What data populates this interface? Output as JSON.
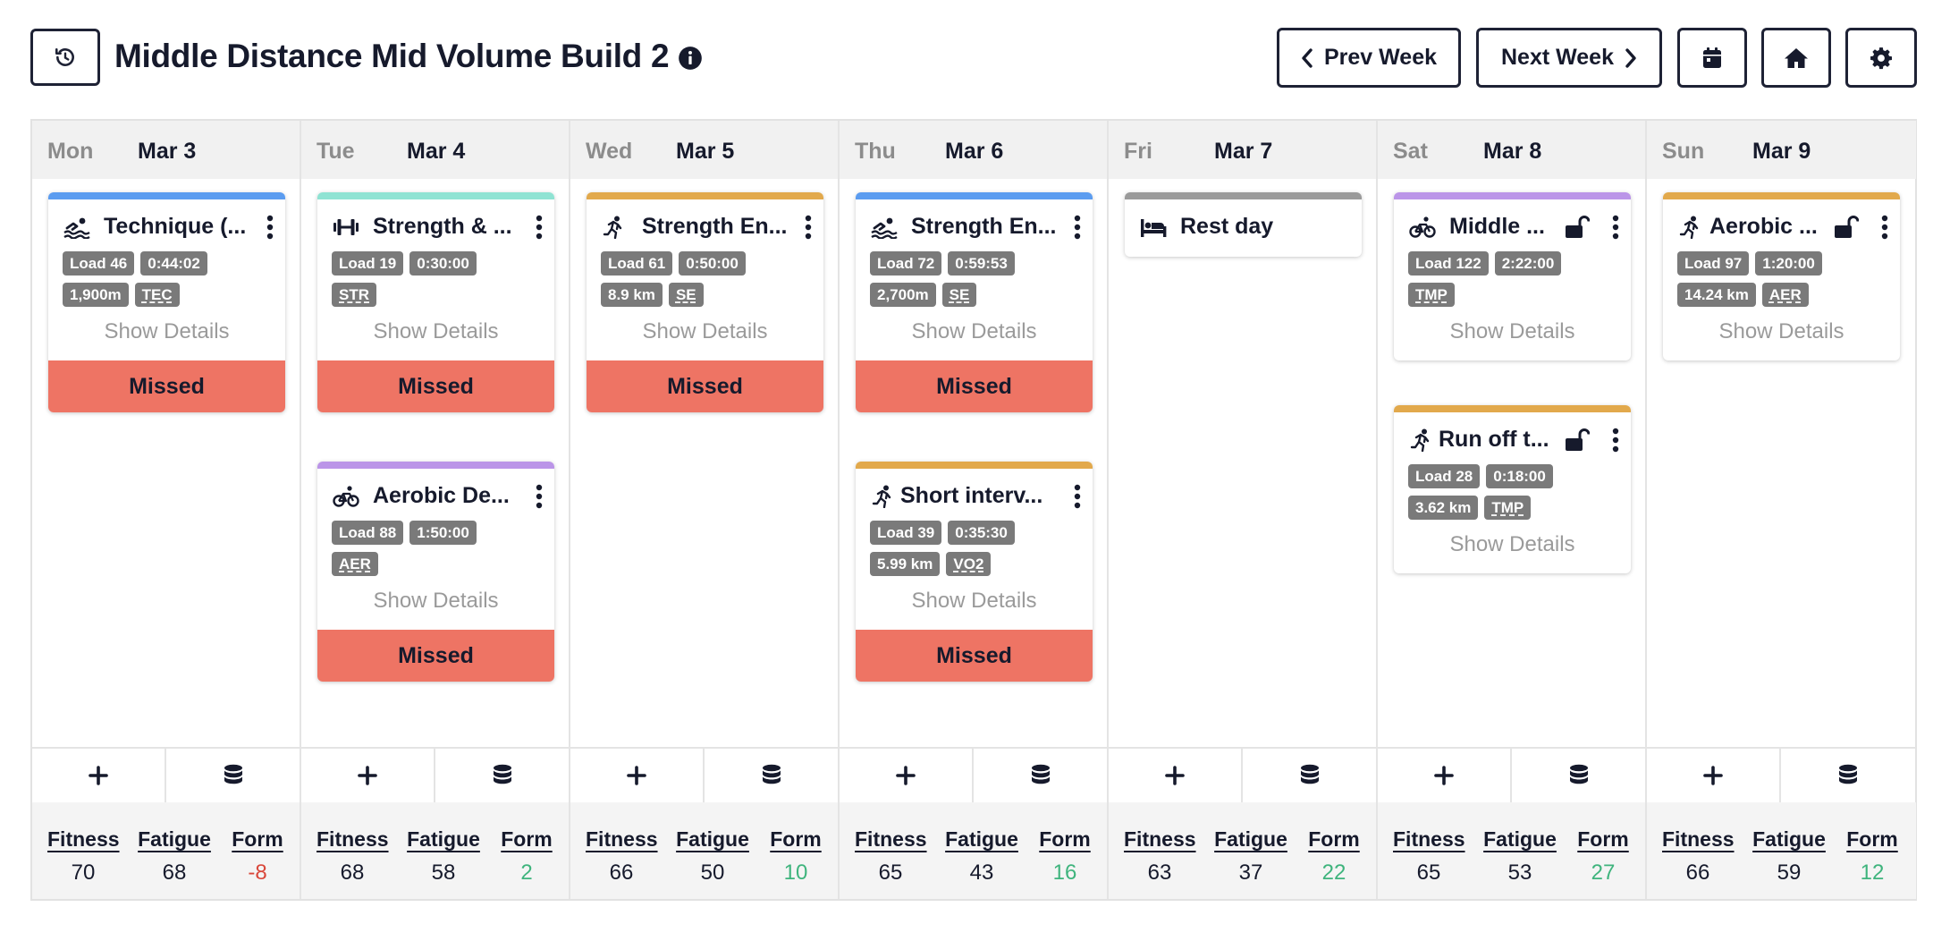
{
  "header": {
    "title": "Middle Distance Mid Volume Build 2",
    "prev_week": "Prev Week",
    "next_week": "Next Week"
  },
  "colors": {
    "swim": "#5b9cf0",
    "strength": "#8fe3d3",
    "run": "#e2a94c",
    "bike": "#bb95e8",
    "rest": "#9a9a9a",
    "missed": "#ee7464",
    "form_negative": "#d9473a",
    "form_positive": "#3fb47d"
  },
  "labels": {
    "show_details": "Show Details",
    "missed": "Missed",
    "fitness": "Fitness",
    "fatigue": "Fatigue",
    "form": "Form"
  },
  "days": [
    {
      "dow": "Mon",
      "date": "Mar 3",
      "workouts": [
        {
          "icon": "swim-icon",
          "title": "Technique (...",
          "load": "Load 46",
          "duration": "0:44:02",
          "distance": "1,900m",
          "zone": "TEC",
          "status": "Missed"
        }
      ],
      "fitness": "70",
      "fatigue": "68",
      "form": "-8"
    },
    {
      "dow": "Tue",
      "date": "Mar 4",
      "workouts": [
        {
          "icon": "strength-icon",
          "title": "Strength & ...",
          "load": "Load 19",
          "duration": "0:30:00",
          "zone": "STR",
          "status": "Missed"
        },
        {
          "icon": "bike-icon",
          "title": "Aerobic De...",
          "load": "Load 88",
          "duration": "1:50:00",
          "zone": "AER",
          "status": "Missed"
        }
      ],
      "fitness": "68",
      "fatigue": "58",
      "form": "2"
    },
    {
      "dow": "Wed",
      "date": "Mar 5",
      "workouts": [
        {
          "icon": "run-icon",
          "title": "Strength En...",
          "load": "Load 61",
          "duration": "0:50:00",
          "distance": "8.9 km",
          "zone": "SE",
          "status": "Missed"
        }
      ],
      "fitness": "66",
      "fatigue": "50",
      "form": "10"
    },
    {
      "dow": "Thu",
      "date": "Mar 6",
      "workouts": [
        {
          "icon": "swim-icon",
          "title": "Strength En...",
          "load": "Load 72",
          "duration": "0:59:53",
          "distance": "2,700m",
          "zone": "SE",
          "status": "Missed"
        },
        {
          "icon": "run-icon",
          "title": "Short interv...",
          "load": "Load 39",
          "duration": "0:35:30",
          "distance": "5.99 km",
          "zone": "VO2",
          "status": "Missed"
        }
      ],
      "fitness": "65",
      "fatigue": "43",
      "form": "16"
    },
    {
      "dow": "Fri",
      "date": "Mar 7",
      "rest": "Rest day",
      "fitness": "63",
      "fatigue": "37",
      "form": "22"
    },
    {
      "dow": "Sat",
      "date": "Mar 8",
      "workouts": [
        {
          "icon": "bike-icon",
          "title": "Middle ...",
          "load": "Load 122",
          "duration": "2:22:00",
          "zone": "TMP"
        },
        {
          "icon": "run-icon",
          "title": "Run off t...",
          "load": "Load 28",
          "duration": "0:18:00",
          "distance": "3.62 km",
          "zone": "TMP"
        }
      ],
      "fitness": "65",
      "fatigue": "53",
      "form": "27"
    },
    {
      "dow": "Sun",
      "date": "Mar 9",
      "workouts": [
        {
          "icon": "run-icon",
          "title": "Aerobic ...",
          "load": "Load 97",
          "duration": "1:20:00",
          "distance": "14.24 km",
          "zone": "AER"
        }
      ],
      "fitness": "66",
      "fatigue": "59",
      "form": "12"
    }
  ]
}
